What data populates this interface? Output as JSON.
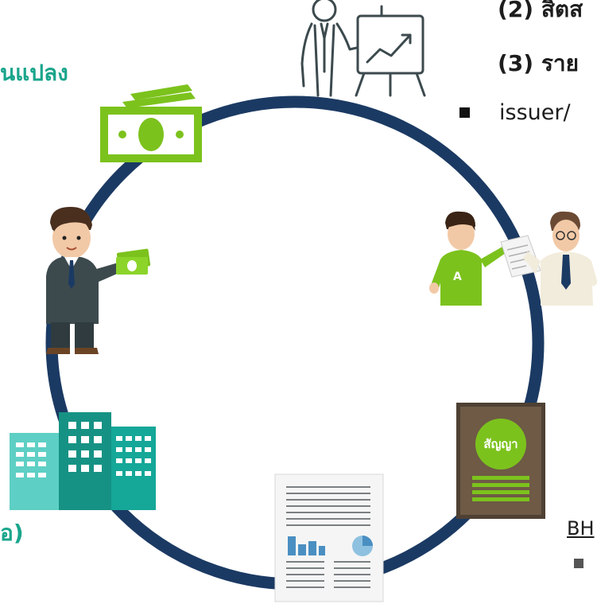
{
  "texts": {
    "left_top": "นแปลง",
    "left_bottom": "อ)",
    "right_line1": "(2) สิตส",
    "right_line2": "(3) ราย",
    "right_issuer": "issuer/",
    "right_bottom": "BH",
    "contract_label": "สัญญา",
    "shirt_letter": "A"
  },
  "colors": {
    "ring": "#1b3a63",
    "green": "#7cc21d",
    "teal": "#1aa58c",
    "contract_bg": "#6e5a45"
  },
  "icons": [
    "presenter-icon",
    "money-icon",
    "businessman-icon",
    "handshake-icon",
    "building-icon",
    "report-icon",
    "contract-icon"
  ]
}
